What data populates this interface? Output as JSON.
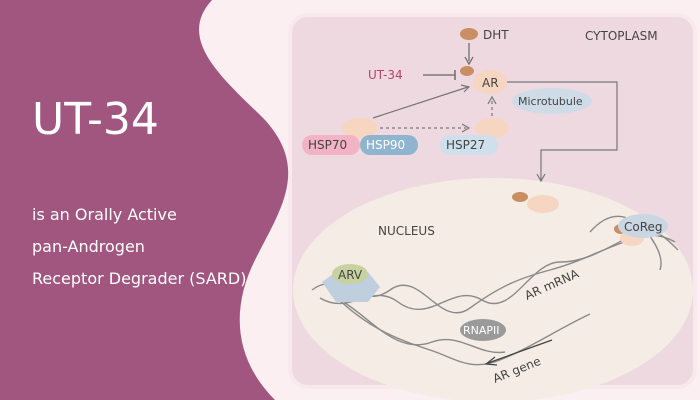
{
  "left_panel": {
    "title": "UT-34",
    "subtitle_lines": [
      "is an Orally Active",
      "pan-Androgen",
      "Receptor Degrader (SARD)"
    ]
  },
  "diagram": {
    "cytoplasm_label": "CYTOPLASM",
    "nucleus_label": "NUCLEUS",
    "dht_label": "DHT",
    "ut34_label": "UT-34",
    "ar_label": "AR",
    "microtubule_label": "Microtubule",
    "hsp70_label": "HSP70",
    "hsp90_label": "HSP90",
    "hsp27_label": "HSP27",
    "coreg_label": "CoReg",
    "arv_label": "ARV",
    "ar_mrna_label": "AR mRNA",
    "rnapii_label": "RNAPII",
    "ar_gene_label": "AR gene"
  },
  "colors": {
    "left_panel": "#a0567f",
    "page_bg": "#fbeff1",
    "cell_fill": "#eed9e0",
    "cell_border": "#f7e9ed",
    "nucleus_fill": "#f4ece5",
    "tan_blob": "#f6d6c0",
    "dht_dot": "#c98f63",
    "ut34_text": "#b8436a",
    "hsp70_fill": "#f2b4c4",
    "hsp90_fill": "#8fb4cf",
    "hsp27_fill": "#cfe0ec",
    "microtubule_fill": "#cfdce8",
    "coreg_fill": "#cad7e2",
    "arv_fill": "#c7d2a0",
    "arv_hex": "#bfcfde",
    "rnapii_fill": "#9a9a9a",
    "dna_line": "#8a8a8a"
  }
}
